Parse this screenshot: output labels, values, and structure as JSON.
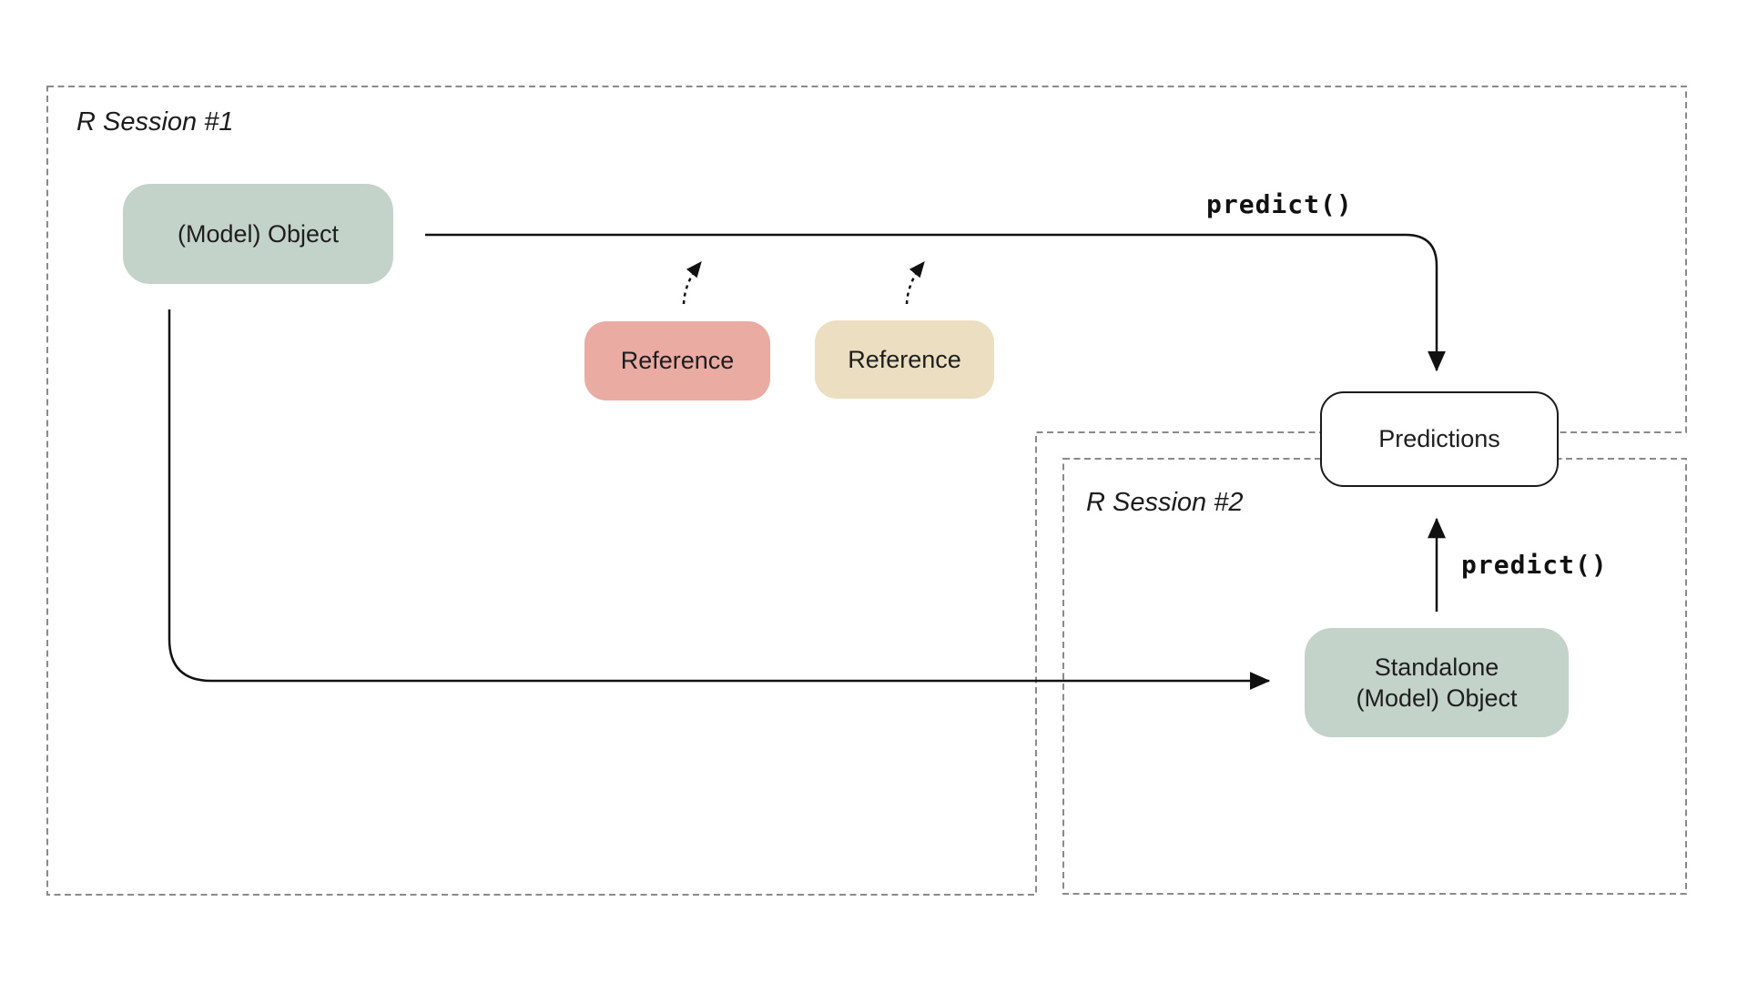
{
  "diagram": {
    "title_hint": "R model object sharing across sessions",
    "sessions": [
      {
        "label": "R Session #1"
      },
      {
        "label": "R Session #2"
      }
    ],
    "nodes": {
      "model_object": {
        "label": "(Model) Object",
        "fill": "#c4d3ca"
      },
      "reference_pink": {
        "label": "Reference",
        "fill": "#eaaba3"
      },
      "reference_tan": {
        "label": "Reference",
        "fill": "#ecdfc1"
      },
      "predictions": {
        "label": "Predictions",
        "fill": "#ffffff",
        "border": "#1a1a1a"
      },
      "standalone_model_object": {
        "label_line1": "Standalone",
        "label_line2": "(Model) Object",
        "fill": "#c4d3ca"
      }
    },
    "annotations": {
      "predict_top": "predict()",
      "predict_bottom": "predict()"
    },
    "colors": {
      "background": "#ffffff",
      "session_border": "#8a8a8a",
      "arrow": "#111111",
      "text": "#1c1c1c"
    }
  }
}
